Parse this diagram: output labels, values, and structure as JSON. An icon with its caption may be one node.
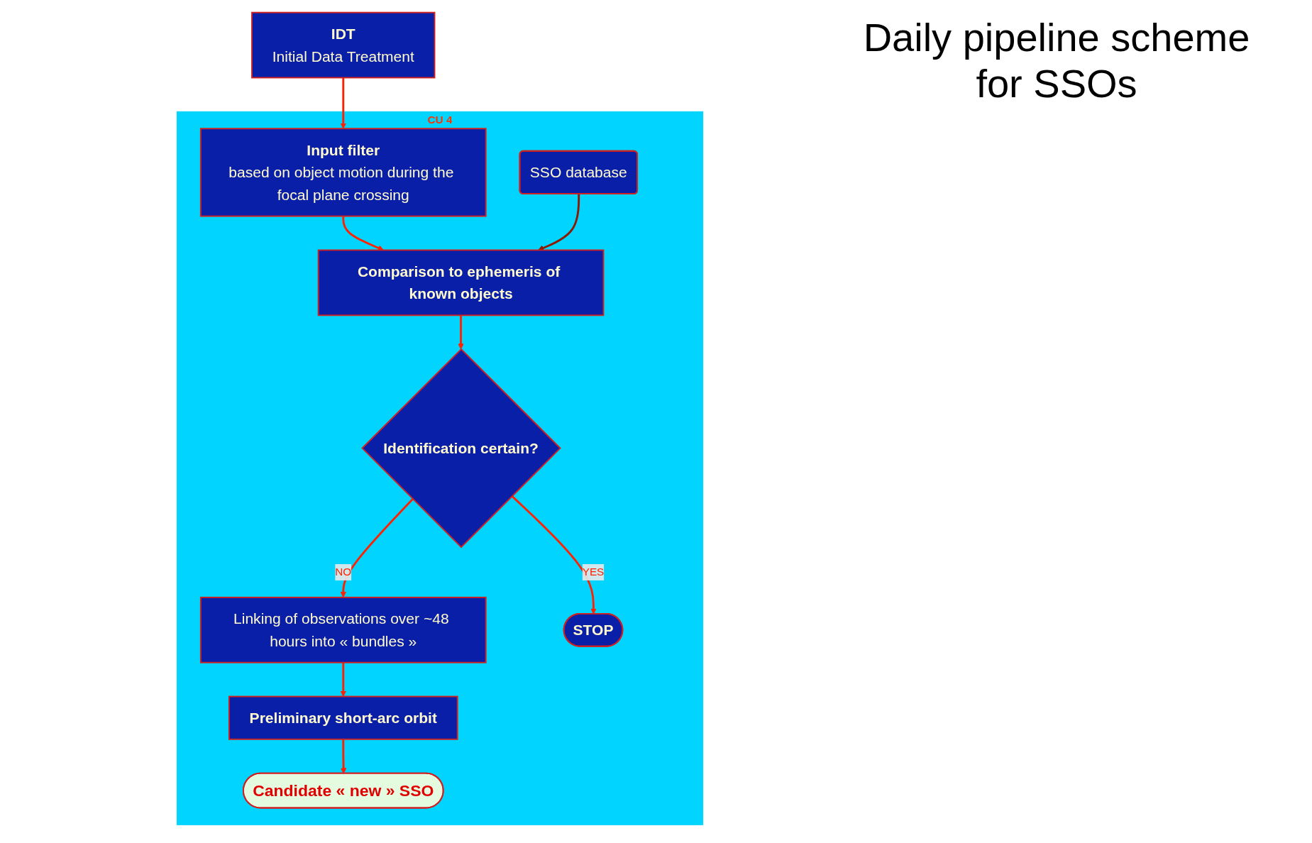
{
  "diagram": {
    "title": "Daily pipeline scheme for SSOs",
    "nodes": [
      {
        "text": [
          "IDT",
          "Initial Data Treatment"
        ]
      },
      {
        "text": [
          "CU 4"
        ]
      },
      {
        "text": [
          "Input filter",
          "based on object motion during the focal plane crossing"
        ],
        "in": 1
      },
      {
        "text": [
          "Comparison to ephemeris of known objects"
        ],
        "in": 1
      },
      {
        "text": [
          "SSO database"
        ],
        "in": 1
      },
      {
        "text": [
          "Identification certain?"
        ],
        "in": 1
      },
      {
        "text": [
          "Linking of observations over ~48 hours into « bundles »"
        ],
        "in": 1
      },
      {
        "text": [
          "Preliminary short-arc orbit"
        ],
        "in": 1
      },
      {
        "text": [
          "STOP"
        ],
        "in": 1
      },
      {
        "text": [
          "Candidate « new » SSO"
        ],
        "in": 1
      }
    ],
    "edges": [
      {
        "from": 0,
        "to": 2,
        "arrow": "to"
      },
      {
        "from": 2,
        "to": 3,
        "arrow": "to"
      },
      {
        "from": 4,
        "to": 3,
        "arrow": "to",
        "color": "#8b1a00"
      },
      {
        "from": 3,
        "to": 5,
        "arrow": "to"
      },
      {
        "from": 5,
        "to": 6,
        "arrow": "to",
        "label": "NO"
      },
      {
        "from": 5,
        "to": 8,
        "arrow": "to",
        "label": "YES"
      },
      {
        "from": 6,
        "to": 7,
        "arrow": "to"
      },
      {
        "from": 7,
        "to": 9,
        "arrow": "to"
      }
    ]
  }
}
